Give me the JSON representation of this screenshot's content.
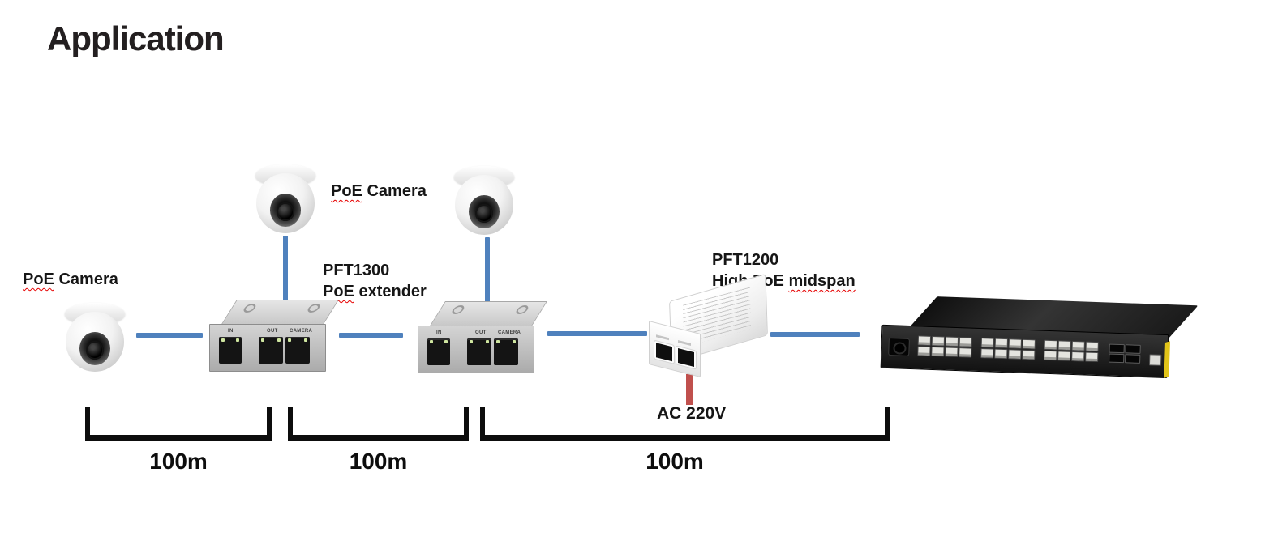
{
  "title": "Application",
  "diagram": {
    "cameras": {
      "left_label": {
        "wavy": "PoE",
        "rest": "Camera"
      },
      "top_label": {
        "wavy": "PoE",
        "rest": "Camera"
      }
    },
    "extender": {
      "model": "PFT1300",
      "desc_wavy": "PoE",
      "desc_rest": "extender",
      "ports": {
        "in": "IN",
        "out": "OUT",
        "camera": "CAMERA"
      }
    },
    "midspan": {
      "model": "PFT1200",
      "desc_pre": "High PoE",
      "desc_wavy": "midspan"
    },
    "power_label": "AC 220V",
    "distances": [
      {
        "label": "100m"
      },
      {
        "label": "100m"
      },
      {
        "label": "100m"
      }
    ]
  },
  "colors": {
    "connection_line": "#4f81bd",
    "power_line": "#c0504d",
    "bracket": "#0d0d0d",
    "text": "#161616",
    "spellcheck_wavy": "#e60000",
    "switch_accent_stripe": "#e2c418"
  }
}
